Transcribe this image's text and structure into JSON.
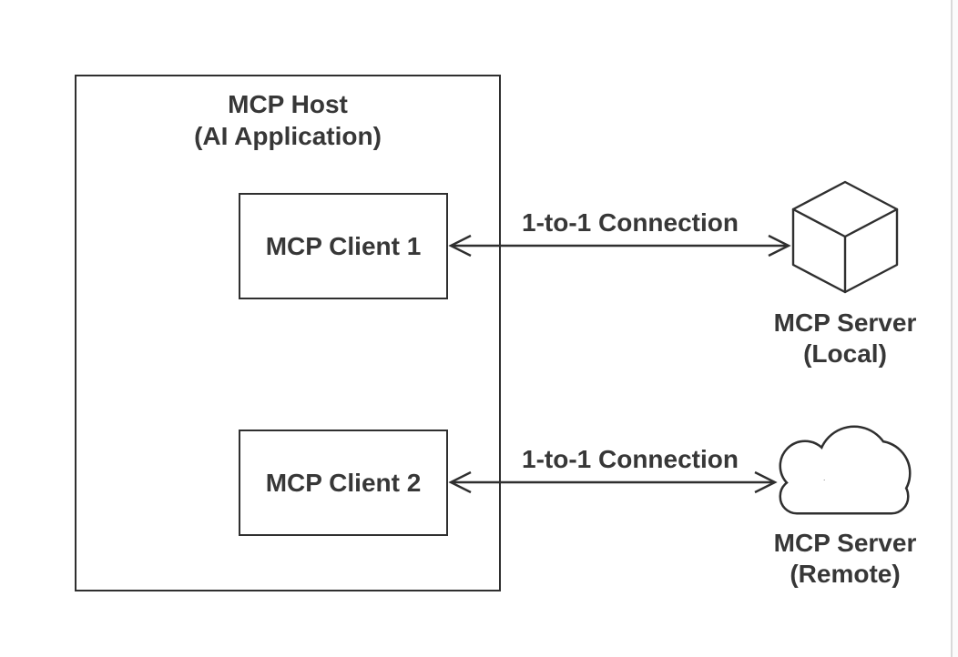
{
  "page": {
    "background_color": "#ffffff",
    "divider_color": "#d9d9d9"
  },
  "diagram": {
    "stroke_color": "#2f2f2f",
    "text_color": "#373737",
    "host": {
      "title_line1": "MCP Host",
      "title_line2": "(AI Application)"
    },
    "clients": [
      {
        "label": "MCP Client 1"
      },
      {
        "label": "MCP Client 2"
      }
    ],
    "connections": [
      {
        "label": "1-to-1 Connection"
      },
      {
        "label": "1-to-1 Connection"
      }
    ],
    "servers": [
      {
        "name": "MCP Server",
        "qualifier": "(Local)",
        "icon": "cube-icon"
      },
      {
        "name": "MCP Server",
        "qualifier": "(Remote)",
        "icon": "cloud-icon"
      }
    ]
  }
}
